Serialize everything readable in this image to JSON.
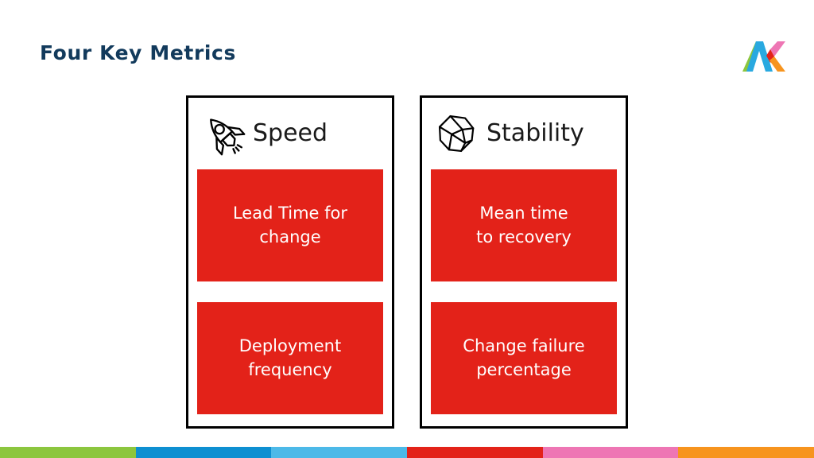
{
  "slide": {
    "title": "Four Key Metrics",
    "title_color": "#123a5c",
    "background_color": "#ffffff",
    "accent_red": "#e32219"
  },
  "logo": {
    "name": "ak-monogram-logo",
    "colors": {
      "green": "#8cc63e",
      "blue": "#29a9e0",
      "pink": "#ee4f9b",
      "red": "#e32219",
      "orange": "#f7941e"
    }
  },
  "columns": [
    {
      "key": "speed",
      "icon": "rocket-icon",
      "title": "Speed",
      "cards": [
        {
          "key": "lead-time-for-change",
          "line1": "Lead Time for",
          "line2": "change"
        },
        {
          "key": "deployment-frequency",
          "line1": "Deployment",
          "line2": "frequency"
        }
      ]
    },
    {
      "key": "stability",
      "icon": "rock-gem-icon",
      "title": "Stability",
      "cards": [
        {
          "key": "mean-time-to-recovery",
          "line1": "Mean time",
          "line2": "to recovery"
        },
        {
          "key": "change-failure-percentage",
          "line1": "Change failure",
          "line2": "percentage"
        }
      ]
    }
  ],
  "colorbar": {
    "segments": [
      {
        "name": "green",
        "color": "#8cc63e"
      },
      {
        "name": "blue",
        "color": "#0d8fd1"
      },
      {
        "name": "light-blue",
        "color": "#4cb9e8"
      },
      {
        "name": "red",
        "color": "#e32219"
      },
      {
        "name": "pink",
        "color": "#ee76b4"
      },
      {
        "name": "orange",
        "color": "#f7941e"
      }
    ]
  }
}
